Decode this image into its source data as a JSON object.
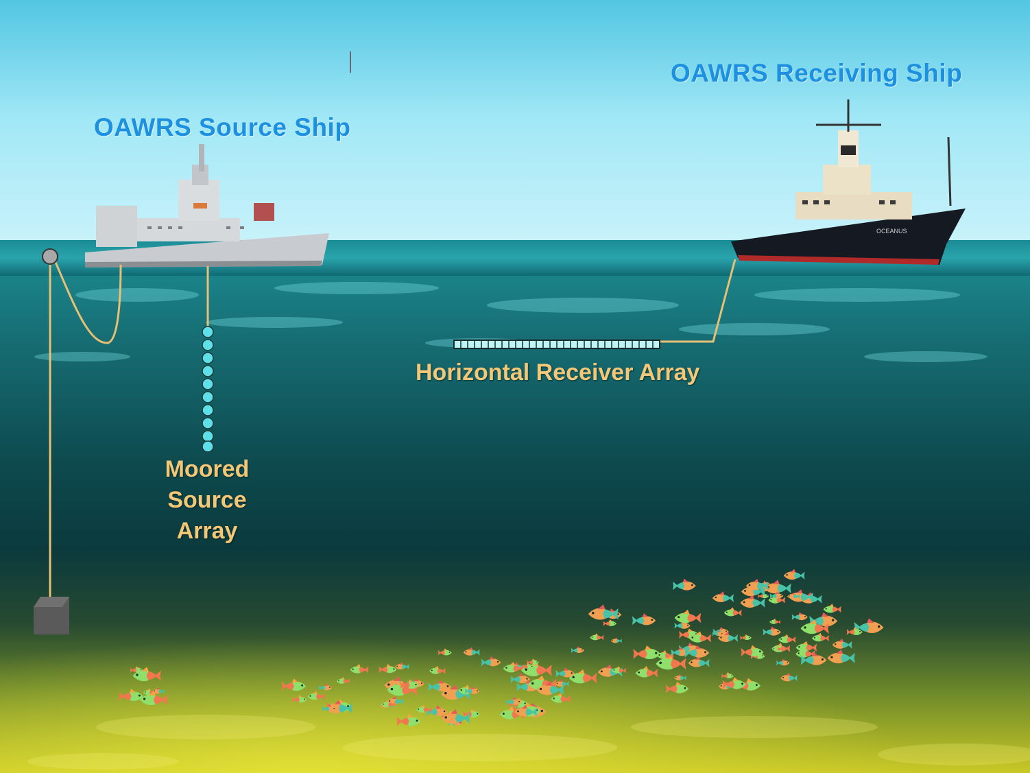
{
  "labels": {
    "source_ship": "OAWRS Source Ship",
    "receiving_ship": "OAWRS Receiving Ship",
    "horizontal_array": "Horizontal Receiver Array",
    "moored_array_line1": "Moored",
    "moored_array_line2": "Source",
    "moored_array_line3": "Array",
    "receiving_ship_hull_name": "OCEANUS"
  },
  "colors": {
    "ship_label": "#1e90e0",
    "array_label": "#f2c878",
    "cable": "#e8c074",
    "source_element": "#5fe0e8",
    "receiver_element": "#bdf4f6"
  },
  "icons": [
    "source-ship",
    "receiving-ship",
    "surface-buoy",
    "anchor-weight",
    "fish-school"
  ]
}
